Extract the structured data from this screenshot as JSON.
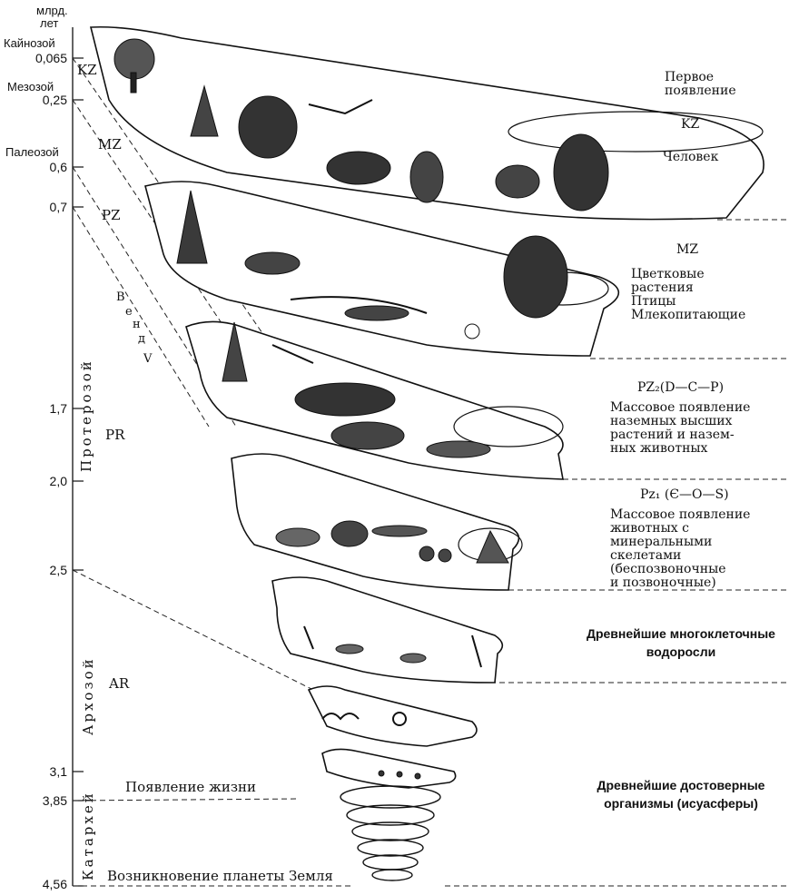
{
  "axis": {
    "unit_label_line1": "млрд.",
    "unit_label_line2": "лет",
    "ticks": [
      "0,065",
      "0,25",
      "0,6",
      "0,7",
      "1,7",
      "2,0",
      "2,5",
      "3,1",
      "3,85",
      "4,56"
    ]
  },
  "left_eras": {
    "cenozoic": "Кайнозой",
    "mesozoic": "Мезозой",
    "paleozoic": "Палеозой"
  },
  "vertical_eras": {
    "proterozoic": "Протерозой",
    "archean": "Архозой",
    "catarchean": "Катархей"
  },
  "codes": {
    "kz": "KZ",
    "mz": "MZ",
    "pz": "PZ",
    "pr": "PR",
    "ar": "AR"
  },
  "vend": [
    "В",
    "е",
    "н",
    "д",
    "V"
  ],
  "events": {
    "life": "Появление жизни",
    "earth": "Возникновение планеты Земля"
  },
  "notes": {
    "kz_title": "Первое\nпоявление",
    "kz_code": "KZ",
    "kz_human": "Человек",
    "mz_code": "MZ",
    "mz_text": "Цветковые\nрастения\nПтицы\nМлекопитающие",
    "pz2_title": "PZ₂(D—C—P)",
    "pz2_text": "Массовое появление\nназемных высших\nрастений и назем-\nных животных",
    "pz1_title": "Pz₁ (Є—O—S)",
    "pz1_text": "Массовое появление\nживотных с минеральными\nскелетами\n(беспозвоночные\nи позвоночные)",
    "algae": "Древнейшие многоклеточные\nводоросли",
    "oldest": "Древнейшие достоверные\nорганизмы (исуасферы)"
  }
}
